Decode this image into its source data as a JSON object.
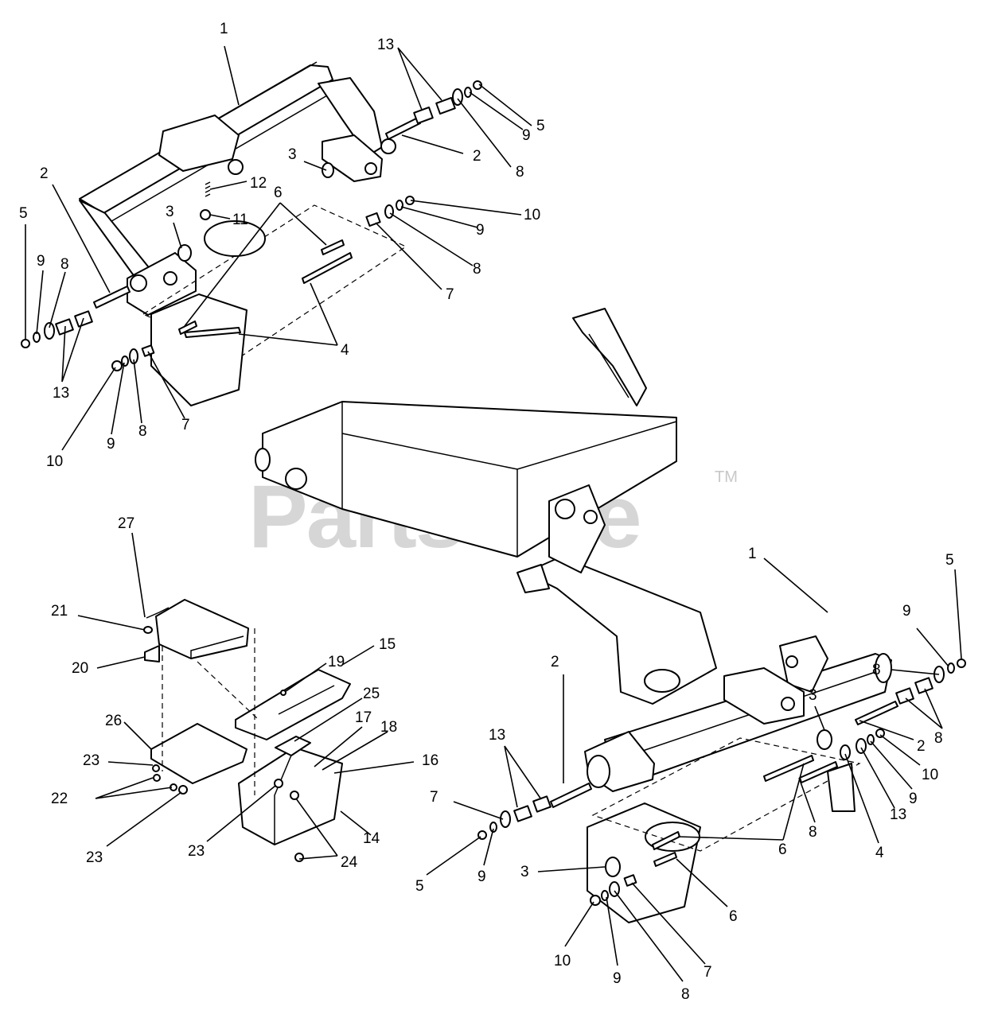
{
  "watermark": {
    "brand": "PartsTree",
    "trademark": "TM"
  },
  "callouts": [
    {
      "id": "c1",
      "label": "1"
    },
    {
      "id": "c2",
      "label": "2"
    },
    {
      "id": "c3",
      "label": "2"
    },
    {
      "id": "c4",
      "label": "3"
    },
    {
      "id": "c5",
      "label": "3"
    },
    {
      "id": "c6",
      "label": "4"
    },
    {
      "id": "c7",
      "label": "5"
    },
    {
      "id": "c8",
      "label": "5"
    },
    {
      "id": "c9",
      "label": "6"
    },
    {
      "id": "c10",
      "label": "7"
    },
    {
      "id": "c11",
      "label": "7"
    },
    {
      "id": "c12",
      "label": "8"
    },
    {
      "id": "c13",
      "label": "8"
    },
    {
      "id": "c14",
      "label": "8"
    },
    {
      "id": "c15",
      "label": "8"
    },
    {
      "id": "c16",
      "label": "9"
    },
    {
      "id": "c17",
      "label": "9"
    },
    {
      "id": "c18",
      "label": "9"
    },
    {
      "id": "c19",
      "label": "9"
    },
    {
      "id": "c20",
      "label": "10"
    },
    {
      "id": "c21",
      "label": "10"
    },
    {
      "id": "c22",
      "label": "11"
    },
    {
      "id": "c23",
      "label": "12"
    },
    {
      "id": "c24",
      "label": "13"
    },
    {
      "id": "c25",
      "label": "13"
    },
    {
      "id": "c26",
      "label": "27"
    },
    {
      "id": "c27",
      "label": "21"
    },
    {
      "id": "c28",
      "label": "20"
    },
    {
      "id": "c29",
      "label": "19"
    },
    {
      "id": "c30",
      "label": "15"
    },
    {
      "id": "c31",
      "label": "25"
    },
    {
      "id": "c32",
      "label": "17"
    },
    {
      "id": "c33",
      "label": "18"
    },
    {
      "id": "c34",
      "label": "26"
    },
    {
      "id": "c35",
      "label": "23"
    },
    {
      "id": "c36",
      "label": "16"
    },
    {
      "id": "c37",
      "label": "22"
    },
    {
      "id": "c38",
      "label": "23"
    },
    {
      "id": "c39",
      "label": "23"
    },
    {
      "id": "c40",
      "label": "14"
    },
    {
      "id": "c41",
      "label": "24"
    },
    {
      "id": "c42",
      "label": "1"
    },
    {
      "id": "c43",
      "label": "5"
    },
    {
      "id": "c44",
      "label": "9"
    },
    {
      "id": "c45",
      "label": "8"
    },
    {
      "id": "c46",
      "label": "2"
    },
    {
      "id": "c47",
      "label": "3"
    },
    {
      "id": "c48",
      "label": "2"
    },
    {
      "id": "c49",
      "label": "13"
    },
    {
      "id": "c50",
      "label": "10"
    },
    {
      "id": "c51",
      "label": "9"
    },
    {
      "id": "c52",
      "label": "8"
    },
    {
      "id": "c53",
      "label": "13"
    },
    {
      "id": "c54",
      "label": "8"
    },
    {
      "id": "c55",
      "label": "6"
    },
    {
      "id": "c56",
      "label": "4"
    },
    {
      "id": "c57",
      "label": "7"
    },
    {
      "id": "c58",
      "label": "5"
    },
    {
      "id": "c59",
      "label": "9"
    },
    {
      "id": "c60",
      "label": "3"
    },
    {
      "id": "c61",
      "label": "6"
    },
    {
      "id": "c62",
      "label": "10"
    },
    {
      "id": "c63",
      "label": "9"
    },
    {
      "id": "c64",
      "label": "7"
    },
    {
      "id": "c65",
      "label": "8"
    }
  ]
}
